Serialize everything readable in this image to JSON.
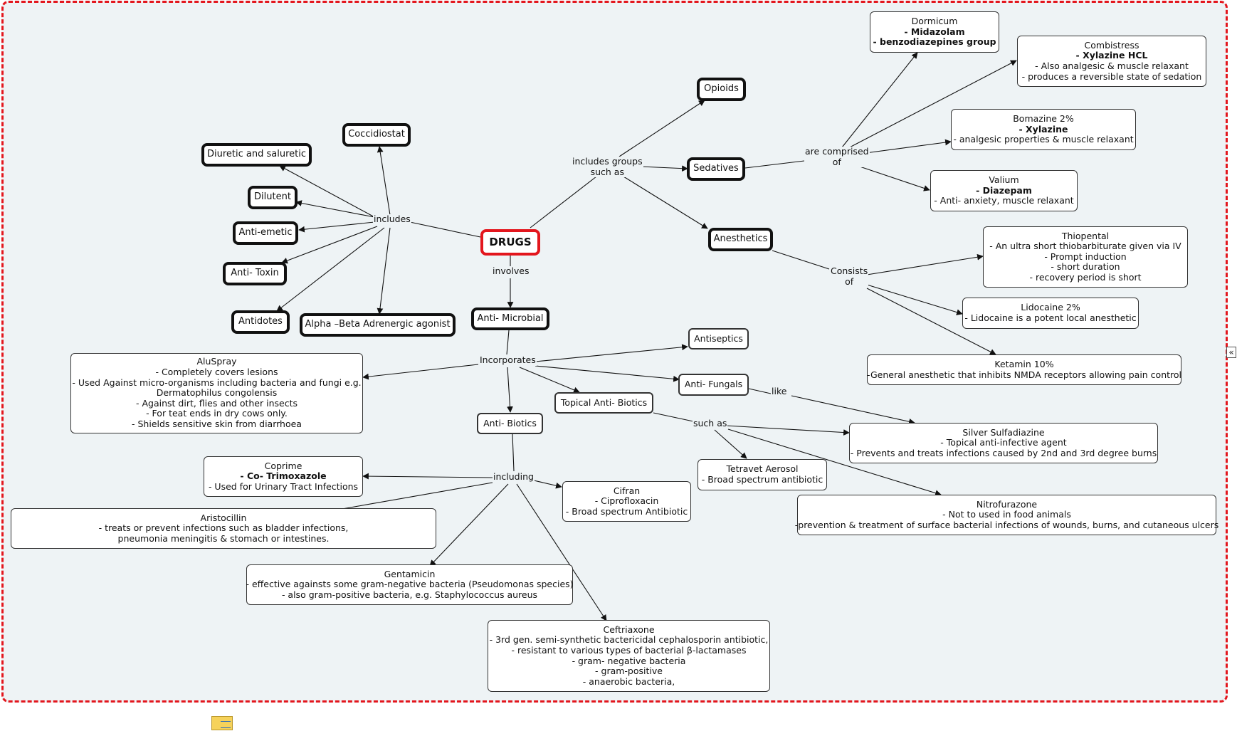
{
  "colors": {
    "accent_red": "#e3161d",
    "canvas_bg": "#eef3f5",
    "node_border": "#111111"
  },
  "icons": {
    "collapse": "double-chevron-left-icon",
    "note": "note-icon"
  },
  "root": {
    "label": "DRUGS"
  },
  "links": {
    "includes": "includes",
    "involves": "involves",
    "includes_groups": [
      "includes groups",
      "such as"
    ],
    "comprised": [
      "are comprised",
      "of"
    ],
    "consists": [
      "Consists",
      "of"
    ],
    "incorporates": "Incorporates",
    "like": "like",
    "such_as": "such as",
    "including": "including"
  },
  "nodes": {
    "coccidiostat": "Coccidiostat",
    "diuretic": "Diuretic and saluretic",
    "dilutent": "Dilutent",
    "antiemetic": "Anti-emetic",
    "antitoxin": "Anti- Toxin",
    "antidotes": "Antidotes",
    "alpha_beta": "Alpha –Beta Adrenergic  agonist",
    "opioids": "Opioids",
    "sedatives": "Sedatives",
    "anesthetics": "Anesthetics",
    "antimicrobial": "Anti- Microbial",
    "antiseptics": "Antiseptics",
    "antifungals": "Anti- Fungals",
    "topical_antibiotics": "Topical Anti- Biotics",
    "antibiotics": "Anti- Biotics",
    "dormicum": {
      "line1": "Dormicum",
      "line2": "- Midazolam",
      "line3": "- benzodiazepines group"
    },
    "combistress": {
      "line1": "Combistress",
      "line2": "- Xylazine HCL",
      "line3": "- Also analgesic & muscle relaxant",
      "line4": "- produces a reversible state of sedation"
    },
    "bomazine": {
      "line1": "Bomazine 2%",
      "line2": "- Xylazine",
      "line3": "- analgesic properties & muscle relaxant"
    },
    "valium": {
      "line1": "Valium",
      "line2": "- Diazepam",
      "line3": "- Anti- anxiety, muscle relaxant"
    },
    "thiopental": {
      "line1": "Thiopental",
      "line2": "-  An ultra short thiobarbiturate given via IV",
      "line3": "- Prompt induction",
      "line4": "- short duration",
      "line5": "- recovery period is short"
    },
    "lidocaine": {
      "line1": "Lidocaine 2%",
      "line2": "- Lidocaine is a potent local anesthetic"
    },
    "ketamin": {
      "line1": "Ketamin 10%",
      "line2": "-General anesthetic that inhibits NMDA receptors allowing pain control"
    },
    "aluspray": {
      "line1": "AluSpray",
      "line2": "- Completely covers lesions",
      "line3": "- Used Against micro-organisms including bacteria and fungi e.g.",
      "line4": "Dermatophilus congolensis",
      "line5": "- Against dirt, flies and other insects",
      "line6": "- For teat ends in dry cows only.",
      "line7": "- Shields sensitive skin from diarrhoea"
    },
    "silver": {
      "line1": "Silver Sulfadiazine",
      "line2": "- Topical anti-infective agent",
      "line3": "- Prevents and treats infections caused by 2nd and 3rd degree burns"
    },
    "tetravet": {
      "line1": "Tetravet Aerosol",
      "line2": "- Broad spectrum antibiotic"
    },
    "nitrofurazone": {
      "line1": "Nitrofurazone",
      "line2": "- Not to used in food animals",
      "line3": "-prevention & treatment of surface bacterial infections of wounds, burns, and cutaneous ulcers"
    },
    "coprime": {
      "line1": "Coprime",
      "line2": "- Co- Trimoxazole",
      "line3": "- Used for Urinary Tract Infections"
    },
    "cifran": {
      "line1": "Cifran",
      "line2": "- Ciprofloxacin",
      "line3": "- Broad spectrum Antibiotic"
    },
    "aristocillin": {
      "line1": "Aristocillin",
      "line2": "- treats or prevent infections such as bladder infections,",
      "line3": "pneumonia meningitis & stomach or intestines."
    },
    "gentamicin": {
      "line1": "Gentamicin",
      "line2": "- effective againsts some gram-negative bacteria (Pseudomonas species)",
      "line3": "- also gram-positive bacteria, e.g. Staphylococcus aureus"
    },
    "ceftriaxone": {
      "line1": "Ceftriaxone",
      "line2": "- 3rd gen. semi-synthetic bactericidal cephalosporin antibiotic,",
      "line3": "- resistant to various types of bacterial β-lactamases",
      "line4": "- gram- negative bacteria",
      "line5": "- gram-positive",
      "line6": "- anaerobic bacteria,"
    }
  }
}
